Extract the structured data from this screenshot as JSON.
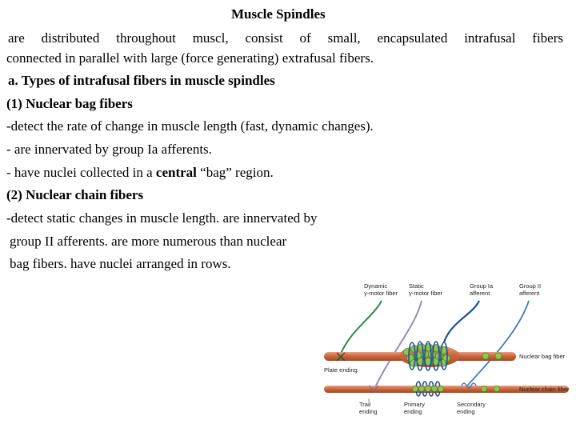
{
  "document": {
    "title": "Muscle Spindles",
    "intro_line1": "are distributed throughout muscl, consist of small, encapsulated intrafusal fibers",
    "intro_line2": "connected in parallel with large (force generating) extrafusal fibers.",
    "section_a": "a. Types of intrafusal fibers in muscle spindles",
    "bag_heading": "(1) Nuclear bag fibers",
    "bag_point1": "-detect the rate of change in muscle length (fast, dynamic changes).",
    "bag_point2": "- are innervated by group Ia afferents.",
    "bag_point3_pre": "- have nuclei collected in a ",
    "bag_point3_bold": "central",
    "bag_point3_post": " “bag” region.",
    "chain_heading": "(2) Nuclear chain fibers",
    "chain_line1": "-detect static changes in muscle length.  are innervated by",
    "chain_line2": "group II afferents.  are more numerous than nuclear",
    "chain_line3": "bag fibers. have nuclei arranged in rows."
  },
  "diagram": {
    "label_dynamic_1": "Dynamic",
    "label_dynamic_2": "γ-motor fiber",
    "label_static_1": "Static",
    "label_static_2": "γ-motor fiber",
    "label_ia_1": "Group Ia",
    "label_ia_2": "afferent",
    "label_ii_1": "Group II",
    "label_ii_2": "afferent",
    "label_bag": "Nuclear bag fiber",
    "label_chain": "Nuclear chain fiber",
    "label_plate": "Plate ending",
    "label_trail_1": "Trail",
    "label_trail_2": "ending",
    "label_primary_1": "Primary",
    "label_primary_2": "ending",
    "label_secondary_1": "Secondary",
    "label_secondary_2": "ending"
  },
  "colors": {
    "fiber": "#c8643c",
    "nucleus": "#8cc850",
    "dynamic_nerve": "#2a8a4a",
    "static_nerve": "#9a8ab8",
    "ia_nerve": "#1f4f9a",
    "ii_nerve": "#3a7ac0"
  }
}
